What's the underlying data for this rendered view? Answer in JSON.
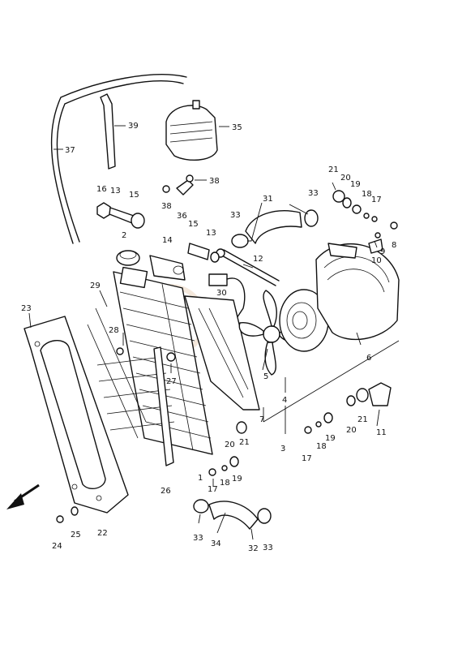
{
  "diagram": {
    "watermark_text": "S",
    "callouts": [
      "1",
      "2",
      "3",
      "4",
      "5",
      "6",
      "7",
      "8",
      "9",
      "10",
      "11",
      "12",
      "13",
      "14",
      "15",
      "16",
      "17",
      "18",
      "19",
      "20",
      "21",
      "22",
      "23",
      "24",
      "25",
      "26",
      "27",
      "28",
      "29",
      "30",
      "31",
      "32",
      "33",
      "34",
      "35",
      "36",
      "37",
      "38",
      "39"
    ]
  }
}
